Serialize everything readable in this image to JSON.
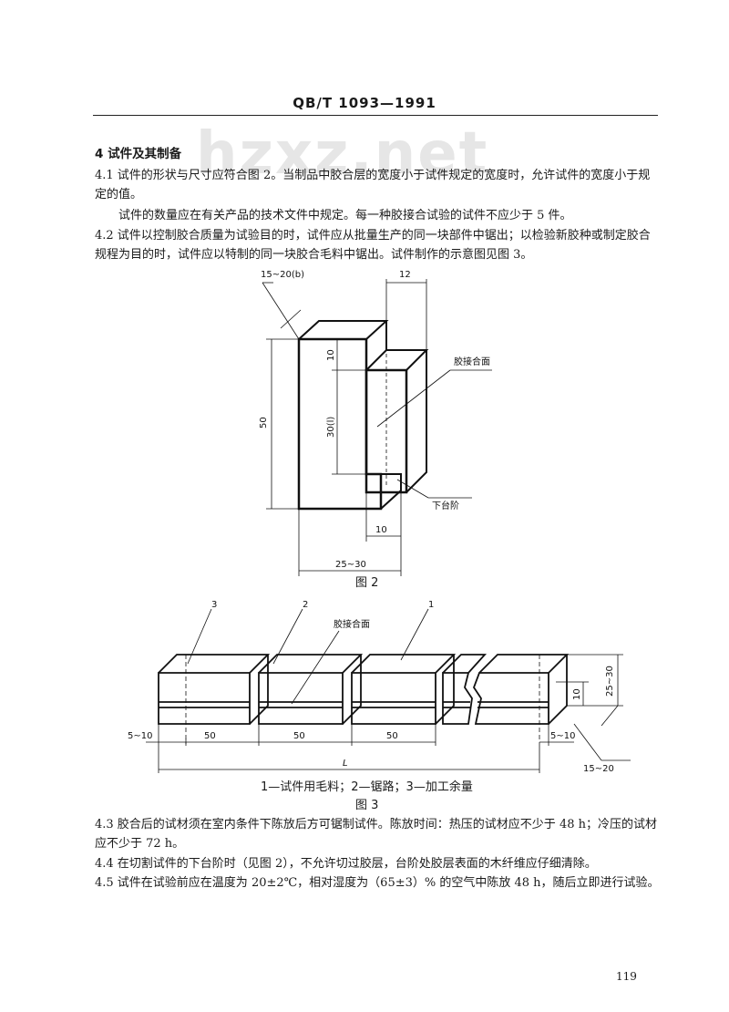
{
  "header": {
    "title": "QB/T 1093—1991"
  },
  "watermark": "hzxz.net",
  "section": {
    "title": "4  试件及其制备"
  },
  "paragraphs": {
    "p41_a": "4.1  试件的形状与尺寸应符合图 2。当制品中胶合层的宽度小于试件规定的宽度时，允许试件的宽度小于规定的值。",
    "p41_b": "试件的数量应在有关产品的技术文件中规定。每一种胶接合试验的试件不应少于 5 件。",
    "p42": "4.2  试件以控制胶合质量为试验目的时，试件应从批量生产的同一块部件中锯出；以检验新胶种或制定胶合规程为目的时，试件应以特制的同一块胶合毛料中锯出。试件制作的示意图见图 3。",
    "p43": "4.3  胶合后的试材须在室内条件下陈放后方可锯制试件。陈放时间：热压的试材应不少于 48 h；冷压的试材应不少于 72 h。",
    "p44": "4.4  在切割试件的下台阶时（见图 2），不允许切过胶层，台阶处胶层表面的木纤维应仔细清除。",
    "p45": "4.5  试件在试验前应在温度为 20±2℃，相对湿度为（65±3）% 的空气中陈放 48 h，随后立即进行试验。"
  },
  "figure2": {
    "caption": "图 2",
    "labels": {
      "width_top": "15~20(b)",
      "dim_12": "12",
      "dim_10_top": "10",
      "dim_30": "30(l)",
      "dim_50": "50",
      "dim_10_bottom": "10",
      "dim_25_30": "25~30",
      "glue_surface": "胶接合面",
      "lower_step": "下台阶"
    }
  },
  "figure3": {
    "caption": "图 3",
    "legend": "1—试件用毛料；2—锯路；3—加工余量",
    "labels": {
      "n1": "1",
      "n2": "2",
      "n3": "3",
      "glue_surface": "胶接合面",
      "dim_5_10_left": "5~10",
      "dim_50_a": "50",
      "dim_50_b": "50",
      "dim_50_c": "50",
      "dim_5_10_right": "5~10",
      "dim_L": "L",
      "dim_25_30": "25~30",
      "dim_10": "10",
      "dim_15_20": "15~20"
    }
  },
  "page_number": "119"
}
